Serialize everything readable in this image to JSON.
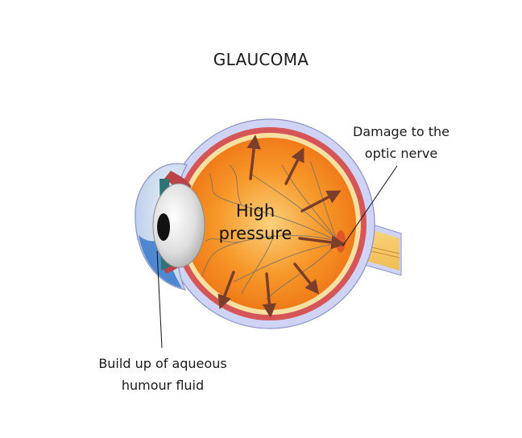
{
  "title": "GLAUCOMA",
  "labels": {
    "damage": [
      "Damage to the",
      "optic nerve"
    ],
    "buildup": [
      "Build up of aqueous",
      "humour fluid"
    ],
    "center": [
      "High",
      "pressure"
    ]
  },
  "colors": {
    "outer_sclera": "#cfd3f4",
    "choroid": "#d65658",
    "retina": "#f6e0a2",
    "vitreous": "#f58a20",
    "aqueous_fluid": "#3f7ecd",
    "lens": "#d9d9d9",
    "optic_nerve": "#f4c560",
    "arrow": "#7a3e2a",
    "vessels": "#6e6e6e"
  },
  "icons": [
    "pressure-arrow-icon"
  ]
}
